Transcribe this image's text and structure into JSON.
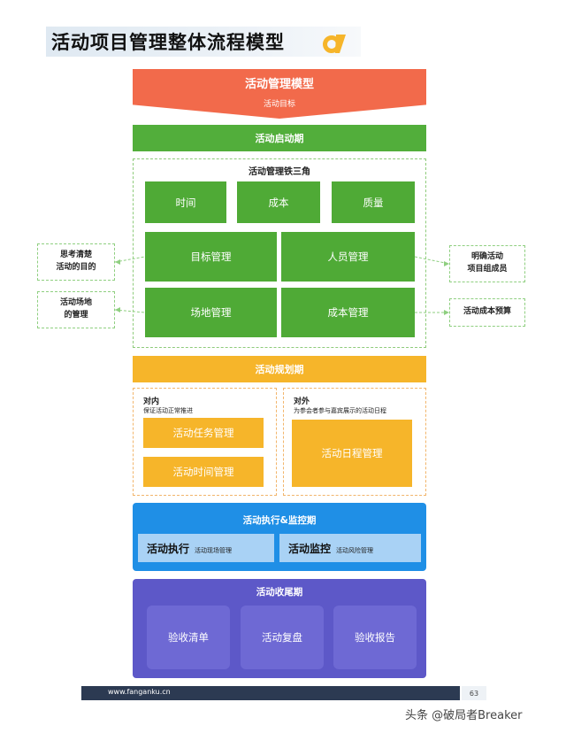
{
  "title": "活动项目管理整体流程模型",
  "top": {
    "label": "活动管理模型",
    "sub": "活动目标"
  },
  "phase1": "活动启动期",
  "triangle": {
    "label": "活动管理铁三角",
    "row1": [
      "时间",
      "成本",
      "质量"
    ],
    "row2": [
      "目标管理",
      "人员管理"
    ],
    "row3": [
      "场地管理",
      "成本管理"
    ]
  },
  "side": {
    "left1": [
      "思考清楚",
      "活动的目的"
    ],
    "left2": [
      "活动场地",
      "的管理"
    ],
    "right1": [
      "明确活动",
      "项目组成员"
    ],
    "right2": "活动成本预算"
  },
  "phase2": "活动规划期",
  "inner": {
    "title": "对内",
    "sub": "保证活动正常推进",
    "items": [
      "活动任务管理",
      "活动时间管理"
    ]
  },
  "outer": {
    "title": "对外",
    "sub": "为参会者参与嘉宾展示的活动日程",
    "item": "活动日程管理"
  },
  "phase3": {
    "label": "活动执行&监控期",
    "cells": [
      {
        "main": "活动执行",
        "sub": "活动现场管理"
      },
      {
        "main": "活动监控",
        "sub": "活动风险管理"
      }
    ]
  },
  "phase4": {
    "label": "活动收尾期",
    "cells": [
      "验收清单",
      "活动复盘",
      "验收报告"
    ]
  },
  "footer": {
    "url": "www.fanganku.cn",
    "page": "63"
  },
  "watermark": "头条 @破局者Breaker",
  "colors": {
    "red": "#f26a4b",
    "green": "#52ae3b",
    "orange": "#f6b52a",
    "blue": "#1f8fe6",
    "purple": "#5d58c8"
  }
}
